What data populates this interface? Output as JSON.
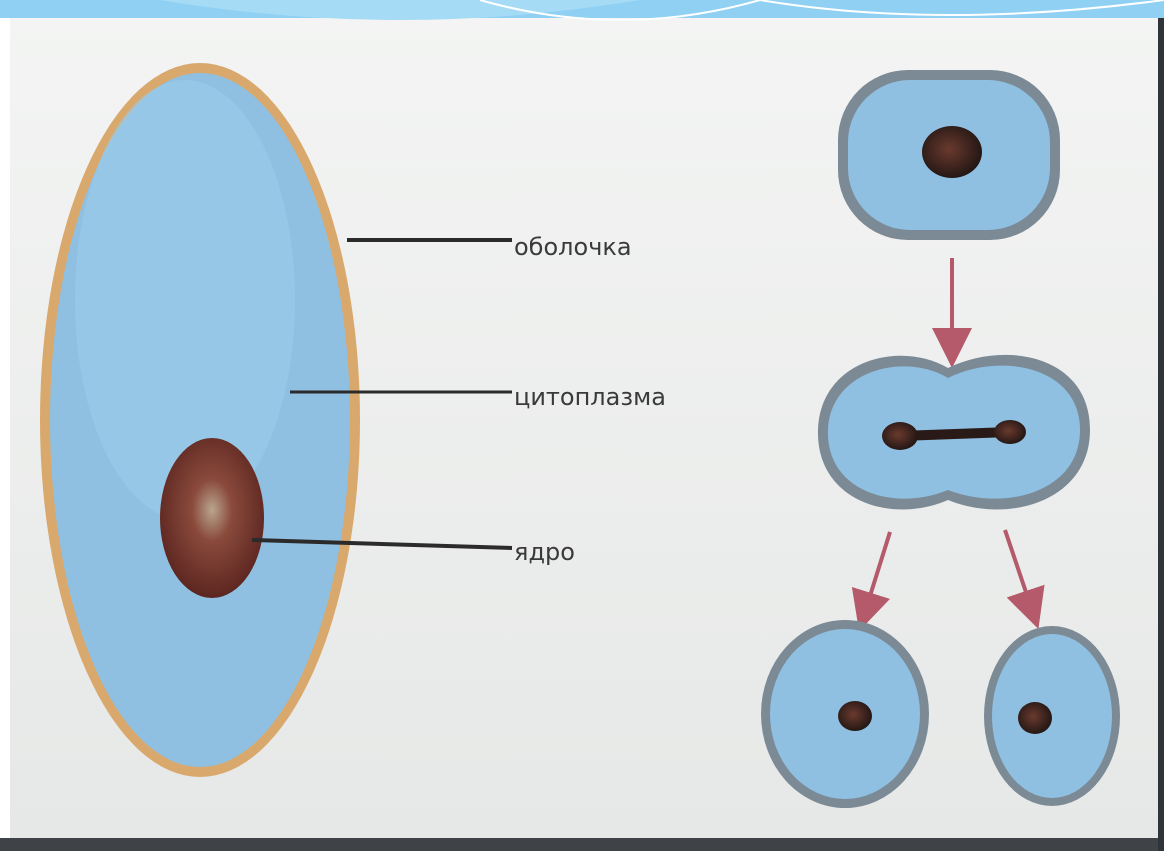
{
  "diagram": {
    "labels": {
      "membrane": "оболочка",
      "cytoplasm": "цитоплазма",
      "nucleus": "ядро"
    },
    "colors": {
      "background": "#e9ebea",
      "cytoplasm": "#8fc0e2",
      "membrane_large": "#d9a86c",
      "membrane_small": "#7c8a96",
      "nucleus": "#6e2f28",
      "arrow": "#b45a6a",
      "leader_line": "#2b2b2b",
      "top_banner": "#8fd0f3"
    }
  }
}
